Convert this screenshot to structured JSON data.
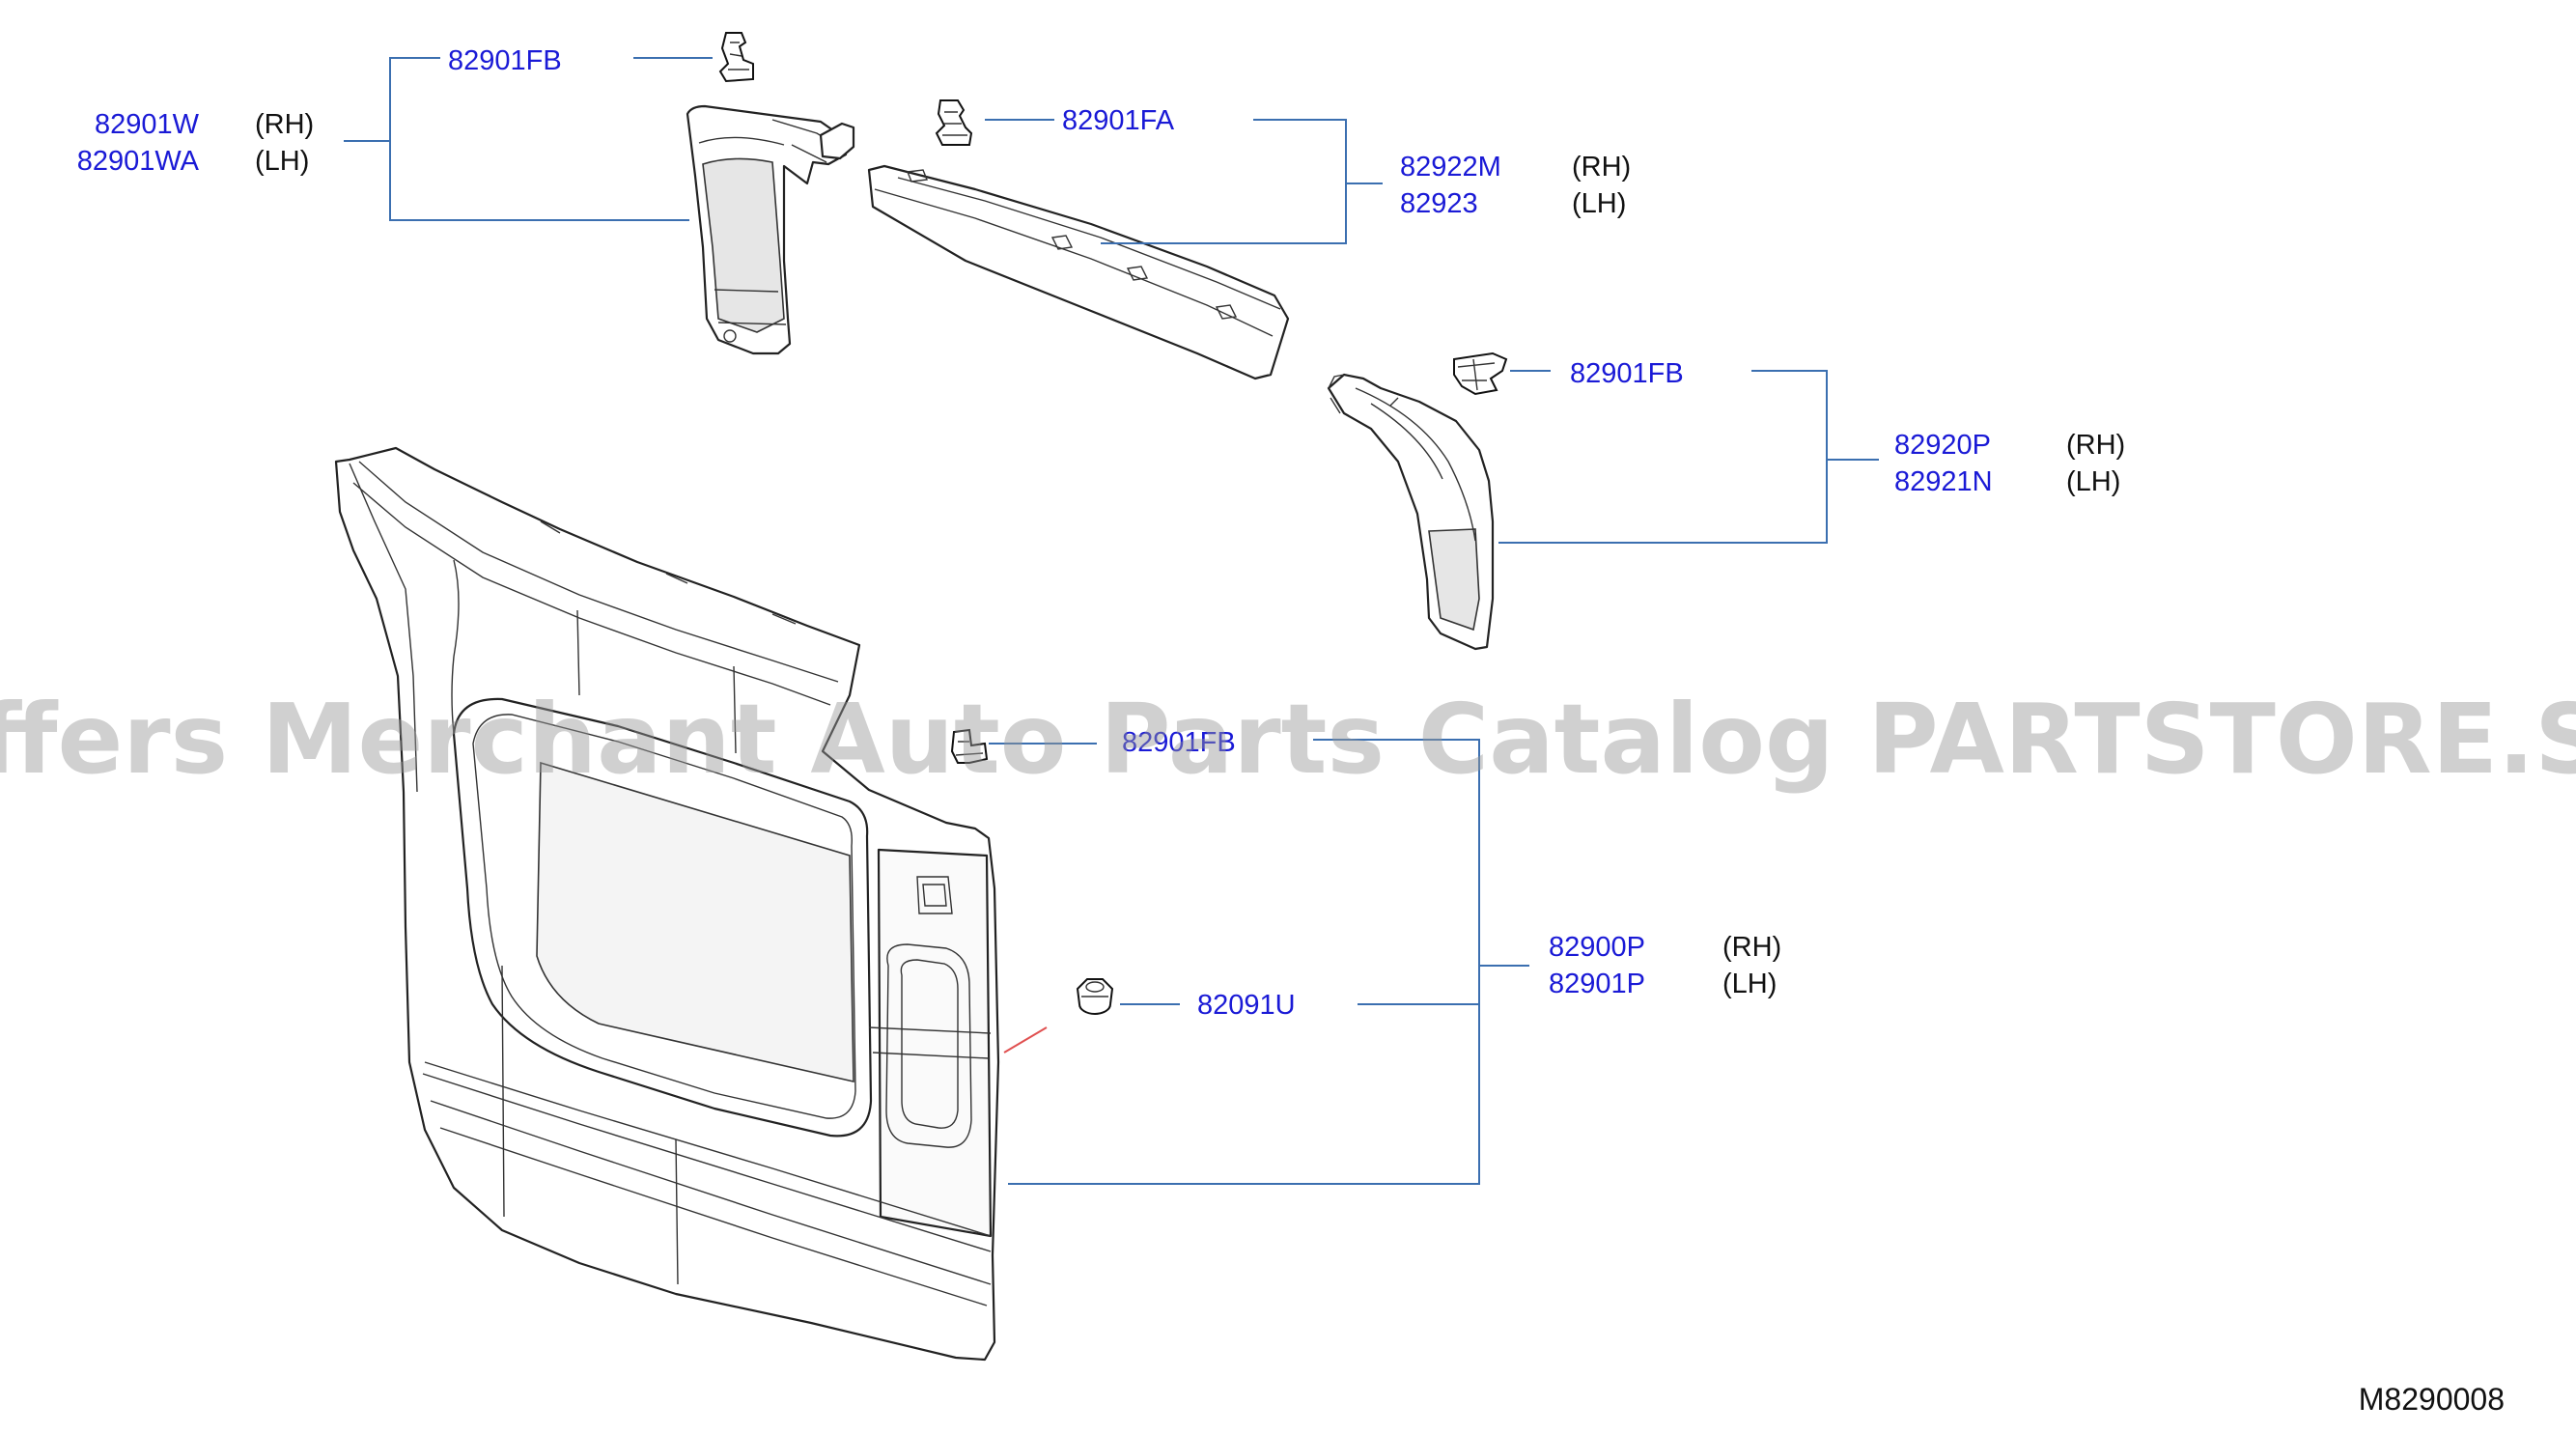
{
  "callouts": [
    {
      "id": "c1",
      "parts": [
        {
          "part_no": "82901FB",
          "side": ""
        }
      ]
    },
    {
      "id": "c2",
      "parts": [
        {
          "part_no": "82901W",
          "side": "(RH)"
        },
        {
          "part_no": "82901WA",
          "side": "(LH)"
        }
      ]
    },
    {
      "id": "c3",
      "parts": [
        {
          "part_no": "82901FA",
          "side": ""
        }
      ]
    },
    {
      "id": "c4",
      "parts": [
        {
          "part_no": "82922M",
          "side": "(RH)"
        },
        {
          "part_no": "82923",
          "side": "(LH)"
        }
      ]
    },
    {
      "id": "c5",
      "parts": [
        {
          "part_no": "82901FB",
          "side": ""
        }
      ]
    },
    {
      "id": "c6",
      "parts": [
        {
          "part_no": "82920P",
          "side": "(RH)"
        },
        {
          "part_no": "82921N",
          "side": "(LH)"
        }
      ]
    },
    {
      "id": "c7",
      "parts": [
        {
          "part_no": "82901FB",
          "side": ""
        }
      ]
    },
    {
      "id": "c8",
      "parts": [
        {
          "part_no": "82900P",
          "side": "(RH)"
        },
        {
          "part_no": "82901P",
          "side": "(LH)"
        }
      ]
    },
    {
      "id": "c9",
      "parts": [
        {
          "part_no": "82091U",
          "side": ""
        }
      ]
    }
  ],
  "diagram_ref": "M8290008",
  "watermark": "Offers Merchant Auto Parts Catalog PARTSTORE.SA",
  "colors": {
    "part_number": "#1a1ad6",
    "leader_line": "#3b6fb0",
    "outline": "#222222",
    "watermark": "#969696"
  }
}
